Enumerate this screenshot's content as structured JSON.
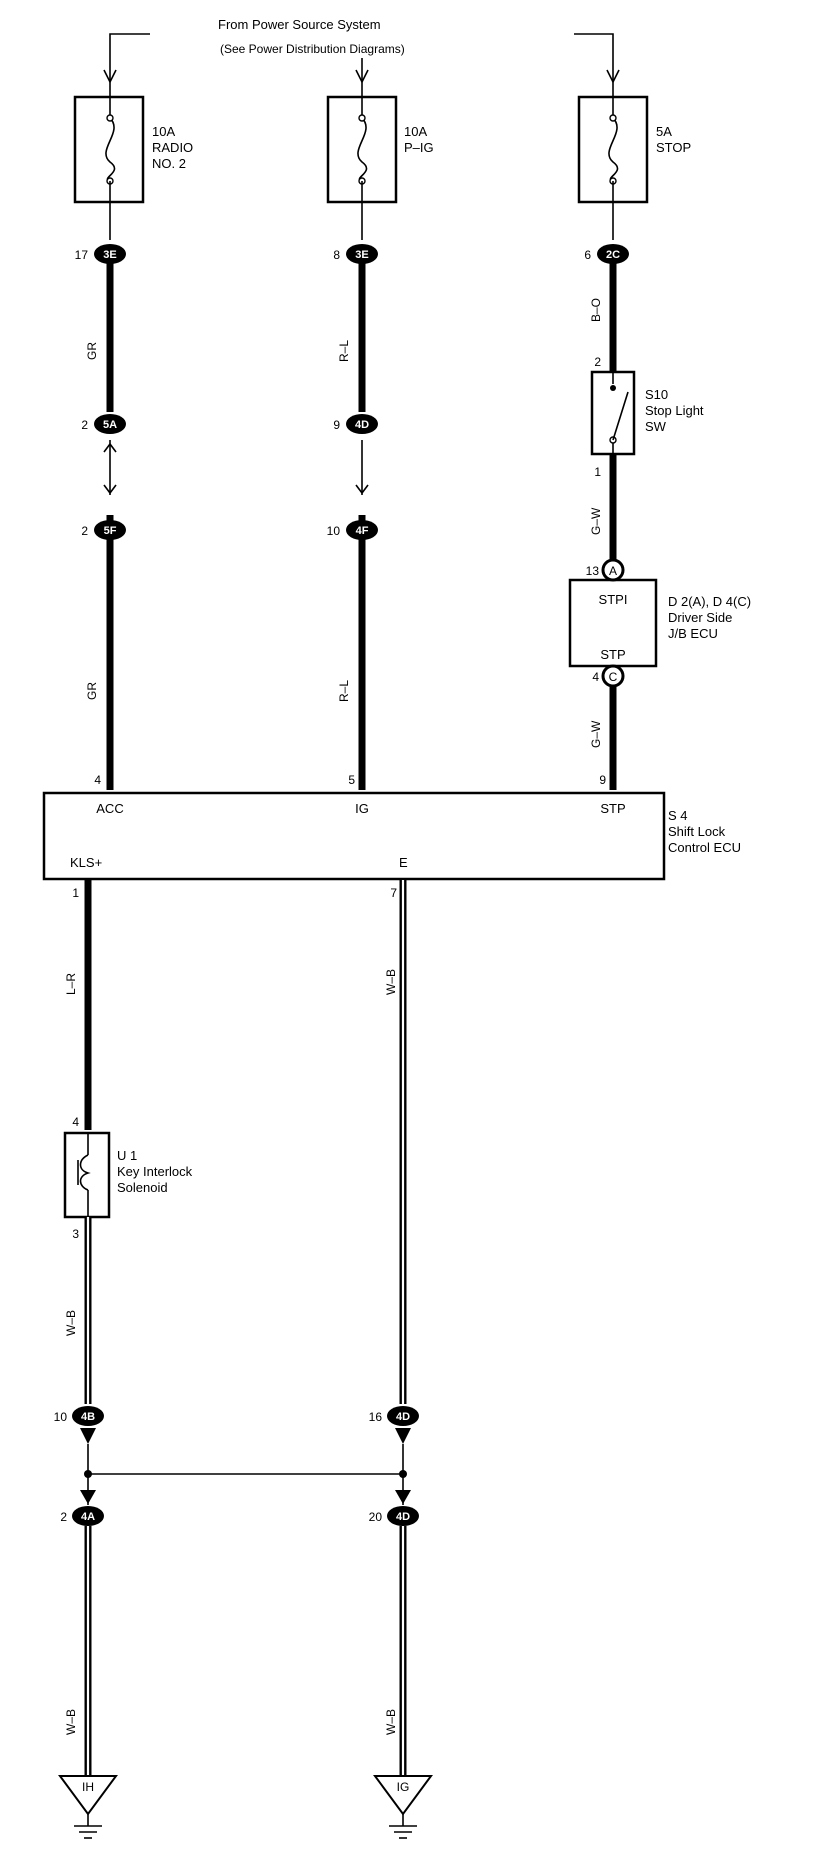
{
  "header": {
    "line1": "From Power Source System",
    "line2": "(See Power Distribution Diagrams)"
  },
  "fuses": [
    {
      "amp": "10A",
      "name1": "RADIO",
      "name2": "NO. 2"
    },
    {
      "amp": "10A",
      "name1": "P–IG",
      "name2": ""
    },
    {
      "amp": "5A",
      "name1": "STOP",
      "name2": ""
    }
  ],
  "connectors": [
    {
      "pin": "17",
      "code": "3E"
    },
    {
      "pin": "8",
      "code": "3E"
    },
    {
      "pin": "6",
      "code": "2C"
    },
    {
      "pin": "2",
      "code": "5A"
    },
    {
      "pin": "9",
      "code": "4D"
    },
    {
      "pin": "2",
      "code": "5F"
    },
    {
      "pin": "10",
      "code": "4F"
    },
    {
      "pin": "13",
      "code": "A"
    },
    {
      "pin": "4",
      "code": "C"
    },
    {
      "pin": "10",
      "code": "4B"
    },
    {
      "pin": "16",
      "code": "4D"
    },
    {
      "pin": "2",
      "code": "4A"
    },
    {
      "pin": "20",
      "code": "4D"
    }
  ],
  "wires": {
    "w1": "GR",
    "w2": "R–L",
    "w3": "B–O",
    "w4": "GR",
    "w5": "R–L",
    "w6": "G–W",
    "w7": "G–W",
    "w8": "L–R",
    "w9": "W–B",
    "w10": "W–B",
    "w11": "W–B",
    "w12": "W–B"
  },
  "pins": {
    "s10_top": "2",
    "s10_bot": "1",
    "ecu_acc": "4",
    "ecu_ig": "5",
    "ecu_stp": "9",
    "ecu_kls": "1",
    "ecu_e": "7",
    "u1_top": "4",
    "u1_bot": "3"
  },
  "stop_switch": {
    "id": "S10",
    "name1": "Stop Light",
    "name2": "SW"
  },
  "jb_ecu": {
    "term_top": "STPI",
    "term_bot": "STP",
    "id": "D 2(A), D 4(C)",
    "name1": "Driver Side",
    "name2": "J/B ECU"
  },
  "shift_ecu": {
    "term_acc": "ACC",
    "term_ig": "IG",
    "term_stp": "STP",
    "term_kls": "KLS+",
    "term_e": "E",
    "id": "S 4",
    "name1": "Shift Lock",
    "name2": "Control ECU"
  },
  "solenoid": {
    "id": "U 1",
    "name1": "Key Interlock",
    "name2": "Solenoid"
  },
  "grounds": [
    "IH",
    "IG"
  ]
}
